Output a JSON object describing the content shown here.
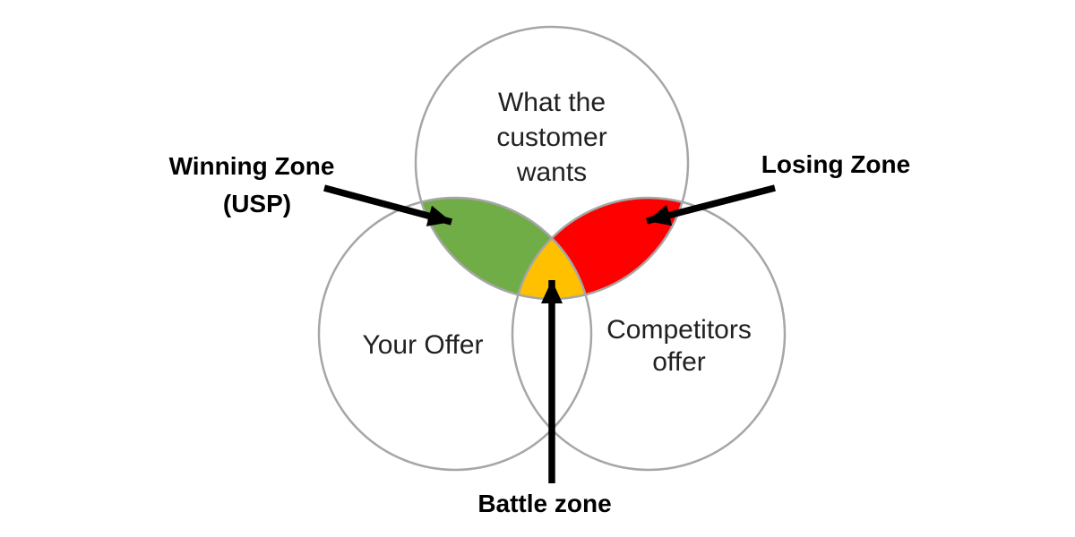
{
  "diagram": {
    "background": "#ffffff",
    "circle_stroke": "#a6a6a6",
    "arrow_color": "#000000",
    "circles": {
      "top": {
        "lines": [
          "What the",
          "customer",
          "wants"
        ]
      },
      "left": {
        "label": "Your Offer"
      },
      "right": {
        "lines": [
          "Competitors",
          "offer"
        ]
      }
    },
    "zones": {
      "winning": {
        "lines": [
          "Winning Zone",
          "(USP)"
        ],
        "color": "#70ad47"
      },
      "losing": {
        "label": "Losing Zone",
        "color": "#ff0000"
      },
      "battle": {
        "label": "Battle zone",
        "color": "#ffc000"
      }
    }
  }
}
